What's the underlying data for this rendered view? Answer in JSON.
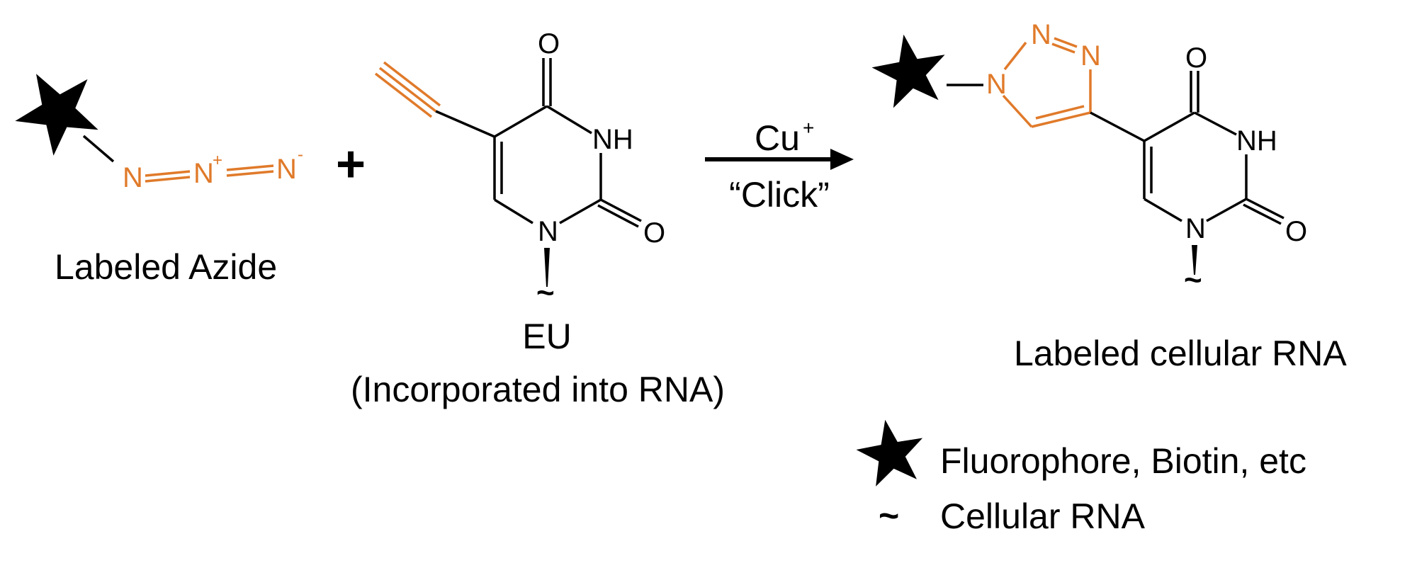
{
  "colors": {
    "accent": "#E07A2A",
    "ink": "#000000"
  },
  "reactant_azide": {
    "atoms": [
      "N",
      "N",
      "N"
    ],
    "charge_plus": "+",
    "charge_minus": "-",
    "label": "Labeled Azide",
    "tag_icon": "star-icon"
  },
  "plus_sign": "+",
  "reactant_eu": {
    "atoms": {
      "o4": "O",
      "nh": "NH",
      "o2": "O",
      "n1": "N"
    },
    "rna_link": "~",
    "name": "EU",
    "caption": "(Incorporated into RNA)"
  },
  "reaction_arrow": {
    "catalyst": "Cu",
    "catalyst_charge": "+",
    "condition": "“Click”"
  },
  "product": {
    "triazole_atoms": [
      "N",
      "N",
      "N"
    ],
    "atoms": {
      "o4": "O",
      "nh": "NH",
      "o2": "O",
      "n1": "N"
    },
    "rna_link": "~",
    "label": "Labeled cellular RNA",
    "tag_icon": "star-icon"
  },
  "legend": [
    {
      "symbol": "star-icon",
      "text": "Fluorophore, Biotin, etc"
    },
    {
      "symbol": "~",
      "text": "Cellular RNA"
    }
  ]
}
